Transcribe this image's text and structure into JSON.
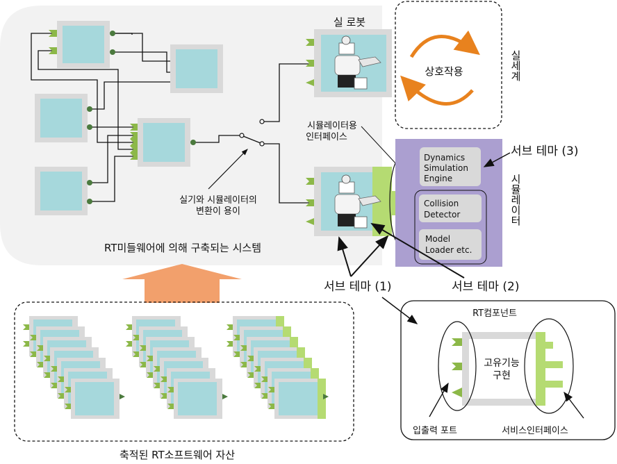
{
  "labels": {
    "real_robot": "실 로봇",
    "real_world": "실세계",
    "interaction": "상호작용",
    "sim_interface_line1": "시뮬레이터용",
    "sim_interface_line2": "인터페이스",
    "switch_line1": "실기와 시뮬레이터의",
    "switch_line2": "변환이 용이",
    "system_caption": "RT미들웨어에 의해 구축되는 시스템",
    "simulator": "시뮬레이터",
    "dynamics_line1": "Dynamics",
    "dynamics_line2": "Simulation",
    "dynamics_line3": "Engine",
    "collision_line1": "Collision",
    "collision_line2": "Detector",
    "loader_line1": "Model",
    "loader_line2": "Loader etc.",
    "subtheme1": "서브 테마 (1)",
    "subtheme2": "서브 테마 (2)",
    "subtheme3": "서브 테마 (3)",
    "assets_caption": "축적된 RT소프트웨어 자산",
    "rtc_title": "RT컴포넌트",
    "core_line1": "고유기능",
    "core_line2": "구현",
    "io_ports": "입출력 포트",
    "service_if": "서비스인터페이스"
  },
  "colors": {
    "component_fill": "#a6d8dc",
    "component_frame": "#d9d9d9",
    "in_port": "#8cb848",
    "out_port": "#4b7a3e",
    "service_port": "#b5db72",
    "simulator_bg": "#ab9fd0",
    "module_box": "#d9d9d9",
    "interaction_arrow": "#e8821e",
    "big_arrow": "#f2a06c",
    "system_bg": "#f2f2f2"
  }
}
